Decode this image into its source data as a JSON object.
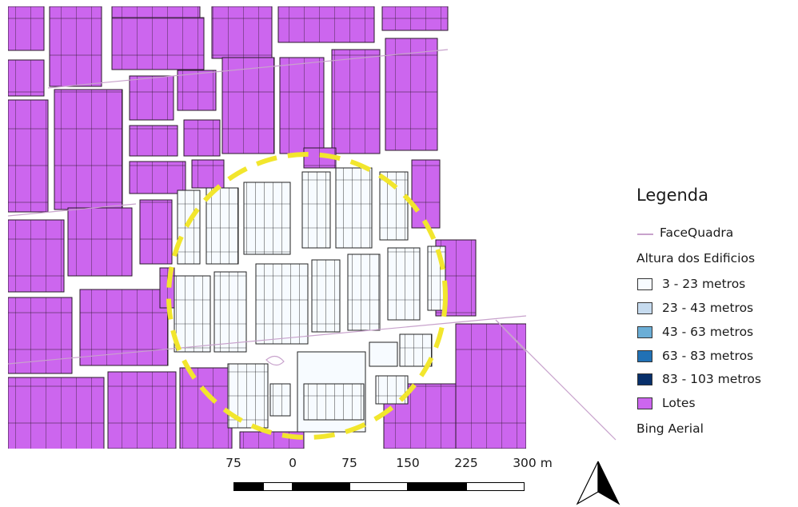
{
  "legend": {
    "title": "Legenda",
    "line_layer": {
      "label": "FaceQuadra",
      "color": "#c8a2cc"
    },
    "group_label": "Altura dos Edificios",
    "classes": [
      {
        "label": "3 - 23 metros",
        "color": "#f7fbff"
      },
      {
        "label": "23 - 43 metros",
        "color": "#c6dbef"
      },
      {
        "label": "43 - 63 metros",
        "color": "#6baed6"
      },
      {
        "label": "63 - 83 metros",
        "color": "#2171b5"
      },
      {
        "label": "83 - 103 metros",
        "color": "#08306b"
      }
    ],
    "lots": {
      "label": "Lotes",
      "color": "#cc66ee"
    },
    "basemap_label": "Bing Aerial"
  },
  "scale_bar": {
    "labels": [
      "75",
      "0",
      "75",
      "150",
      "225",
      "300 m"
    ]
  },
  "map": {
    "lot_color": "#cc66ee",
    "street_color": "#ffffff",
    "highlight_color": "#f2e62d",
    "layers": [
      "lots",
      "buildings",
      "face-quadra",
      "study-area-circle",
      "north-arrow"
    ]
  }
}
